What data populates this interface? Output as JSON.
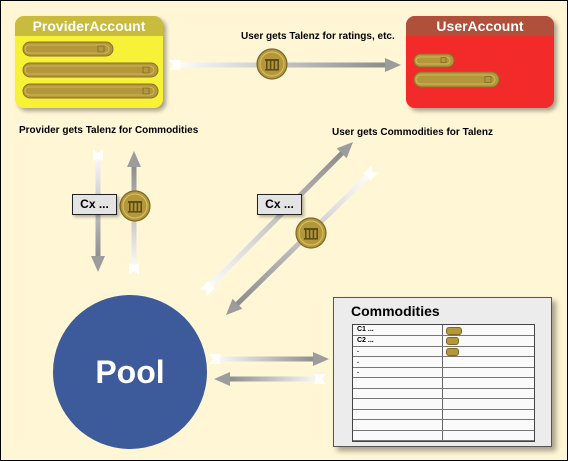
{
  "provider_account": {
    "title": "ProviderAccount",
    "coin_stacks": 3
  },
  "user_account": {
    "title": "UserAccount",
    "coin_stacks": 2
  },
  "labels": {
    "user_ratings": "User gets Talenz for ratings, etc.",
    "provider_commodities": "Provider gets Talenz for Commodities",
    "user_commodities": "User gets Commodities for Talenz"
  },
  "exchange_boxes": {
    "left": "Cx ...",
    "right": "Cx ..."
  },
  "pool": {
    "label": "Pool"
  },
  "commodities": {
    "title": "Commodities",
    "rows": [
      {
        "key": "C1 ...",
        "coin": true
      },
      {
        "key": "C2 ...",
        "coin": true
      },
      {
        "key": ".",
        "coin": true
      },
      {
        "key": ".",
        "coin": false
      },
      {
        "key": ".",
        "coin": false
      },
      {
        "key": "",
        "coin": false
      },
      {
        "key": "",
        "coin": false
      },
      {
        "key": "",
        "coin": false
      },
      {
        "key": "",
        "coin": false
      },
      {
        "key": "",
        "coin": false
      },
      {
        "key": "",
        "coin": false
      }
    ]
  },
  "colors": {
    "background": "#fff6d6",
    "provider_fill": "#f7f238",
    "provider_header": "#c8bb3e",
    "user_fill": "#f22a2a",
    "user_header": "#b0503b",
    "pool": "#3d5a9a",
    "coin": "#b3973a",
    "arrow": "#9c9c9c"
  },
  "icons": {
    "coin": "talenz-coin-icon",
    "arrowhead": "arrowhead-icon"
  }
}
